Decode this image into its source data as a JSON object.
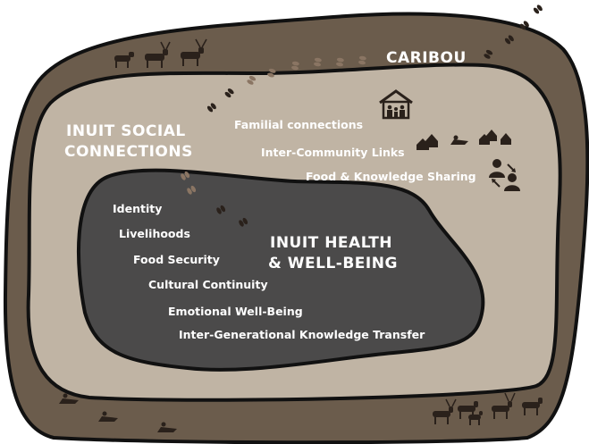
{
  "caribou_label": "CARIBOU",
  "social": {
    "title_line1": "INUIT SOCIAL",
    "title_line2": "CONNECTIONS",
    "items": [
      "Familial connections",
      "Inter-Community Links",
      "Food & Knowledge Sharing"
    ]
  },
  "health": {
    "title_line1": "INUIT HEALTH",
    "title_line2": "& WELL-BEING",
    "items": [
      "Identity",
      "Livelihoods",
      "Food Security",
      "Cultural Continuity",
      "Emotional Well-Being",
      "Inter-Generational Knowledge Transfer"
    ]
  },
  "colors": {
    "outer_ring": "#6b5c4c",
    "middle_ring": "#c0b4a4",
    "inner_core": "#4b4a4a",
    "outline": "#111111",
    "text": "#ffffff",
    "icon_dark": "#2a211b"
  },
  "icons": [
    "caribou-herd-icon",
    "caribou-tracks-icon",
    "house-family-icon",
    "village-icon",
    "snowmobile-icon",
    "people-exchange-icon"
  ]
}
